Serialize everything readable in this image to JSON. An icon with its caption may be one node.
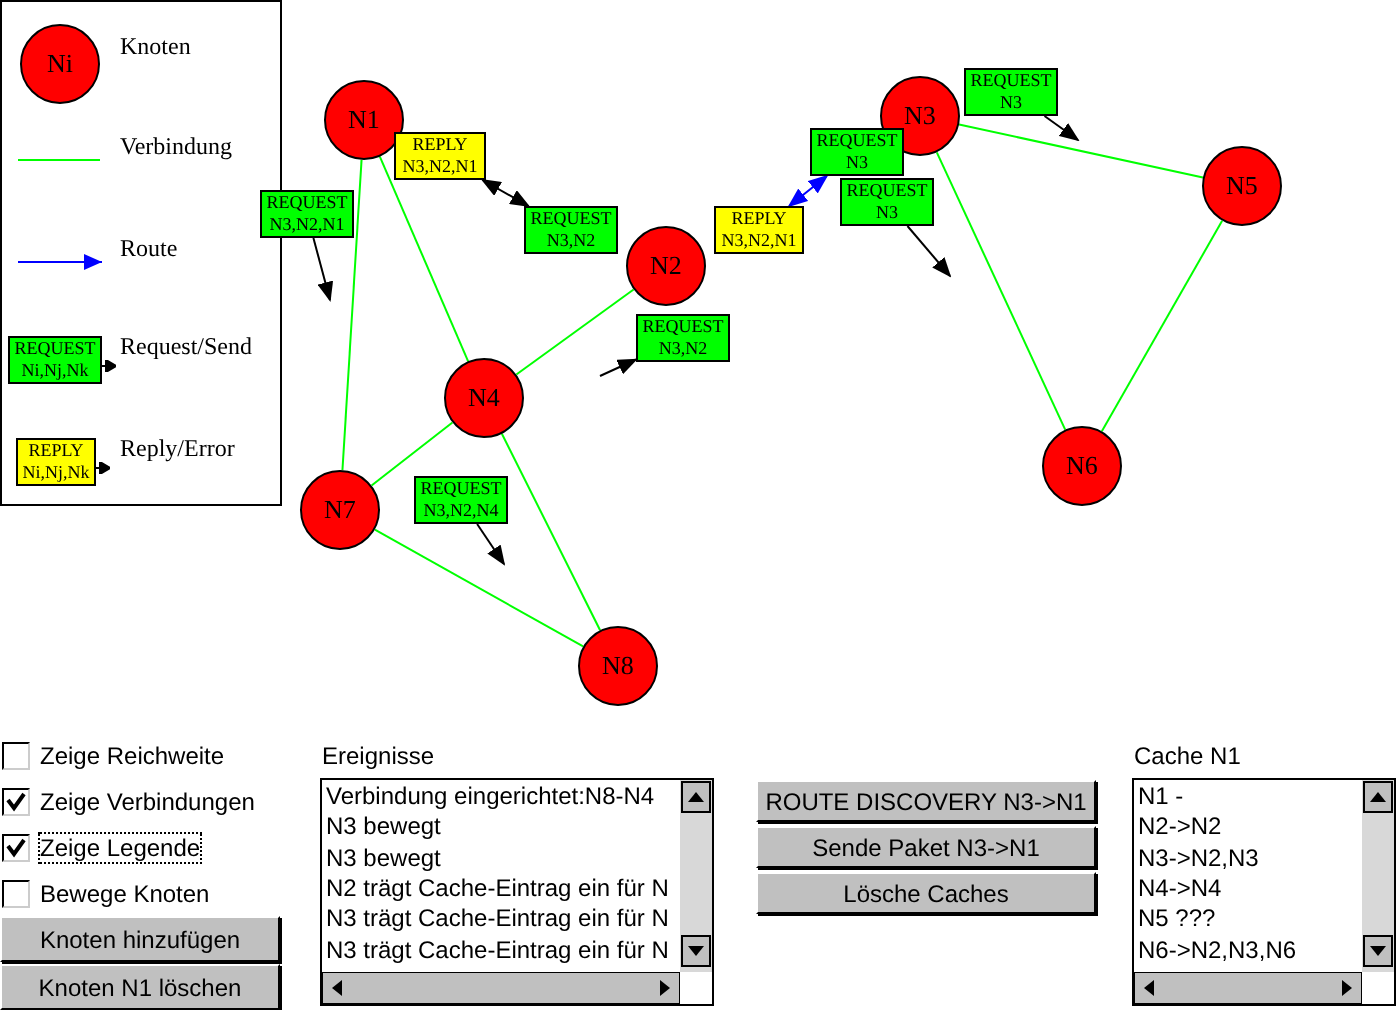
{
  "diagram": {
    "nodes": [
      {
        "text": [
          "N1"
        ]
      },
      {
        "text": [
          "N2"
        ]
      },
      {
        "text": [
          "N3"
        ]
      },
      {
        "text": [
          "N4"
        ]
      },
      {
        "text": [
          "N5"
        ]
      },
      {
        "text": [
          "N6"
        ]
      },
      {
        "text": [
          "N7"
        ]
      },
      {
        "text": [
          "N8"
        ]
      },
      {
        "text": [
          "REPLY N3,N2,N1"
        ]
      },
      {
        "text": [
          "REQUEST N3,N2,N1"
        ]
      },
      {
        "text": [
          "REQUEST N3,N2"
        ]
      },
      {
        "text": [
          "REQUEST N3,N2"
        ]
      },
      {
        "text": [
          "REPLY N3,N2,N1"
        ]
      },
      {
        "text": [
          "REQUEST N3"
        ]
      },
      {
        "text": [
          "REQUEST N3"
        ]
      },
      {
        "text": [
          "REQUEST N3"
        ]
      },
      {
        "text": [
          "REQUEST N3,N2,N4"
        ]
      },
      {
        "text": [
          "Ni"
        ]
      },
      {
        "text": [
          "REQUEST Ni,Nj,Nk"
        ]
      },
      {
        "text": [
          "REPLY Ni,Nj,Nk"
        ]
      }
    ],
    "edges": [
      {
        "from": 0,
        "to": 6,
        "arrow": "none"
      },
      {
        "from": 0,
        "to": 3,
        "arrow": "none"
      },
      {
        "from": 3,
        "to": 1,
        "arrow": "none"
      },
      {
        "from": 3,
        "to": 6,
        "arrow": "none"
      },
      {
        "from": 6,
        "to": 7,
        "arrow": "none"
      },
      {
        "from": 3,
        "to": 7,
        "arrow": "none"
      },
      {
        "from": 2,
        "to": 4,
        "arrow": "none"
      },
      {
        "from": 2,
        "to": 5,
        "arrow": "none"
      },
      {
        "from": 4,
        "to": 5,
        "arrow": "none"
      },
      {
        "from": 8,
        "to": 10,
        "arrow": "both",
        "color": "#000000"
      },
      {
        "from": 9,
        "to": null,
        "arrow": "to",
        "color": "#000000"
      },
      {
        "from": null,
        "to": 11,
        "arrow": "to",
        "color": "#000000"
      },
      {
        "from": 12,
        "to": 13,
        "arrow": "both",
        "color": "#0000ff"
      },
      {
        "from": 14,
        "to": null,
        "arrow": "to",
        "color": "#000000"
      },
      {
        "from": 15,
        "to": null,
        "arrow": "to",
        "color": "#000000"
      },
      {
        "from": 16,
        "to": null,
        "arrow": "to",
        "color": "#000000"
      }
    ],
    "labels": [
      "Zeige Reichweite",
      "Zeige Verbindungen",
      "Zeige Legende",
      "Bewege Knoten",
      "Knoten hinzufügen",
      "Knoten N1 löschen",
      "Ereignisse",
      "Verbindung eingerichtet:N8-N4",
      "N3 bewegt",
      "N3 bewegt",
      "N2 trägt Cache-Eintrag ein für N",
      "N3 trägt Cache-Eintrag ein für N",
      "N3 trägt Cache-Eintrag ein für N",
      "ROUTE DISCOVERY N3->N1",
      "Sende Paket N3->N1",
      "Lösche Caches",
      "Cache N1",
      "N1 -",
      "N2->N2",
      "N3->N2,N3",
      "N4->N4",
      "N5 ???",
      "N6->N2,N3,N6"
    ],
    "legend": [
      {
        "text": "Knoten"
      },
      {
        "text": "Verbindung"
      },
      {
        "text": "Route"
      },
      {
        "text": "Request/Send"
      },
      {
        "text": "Reply/Error"
      }
    ]
  }
}
